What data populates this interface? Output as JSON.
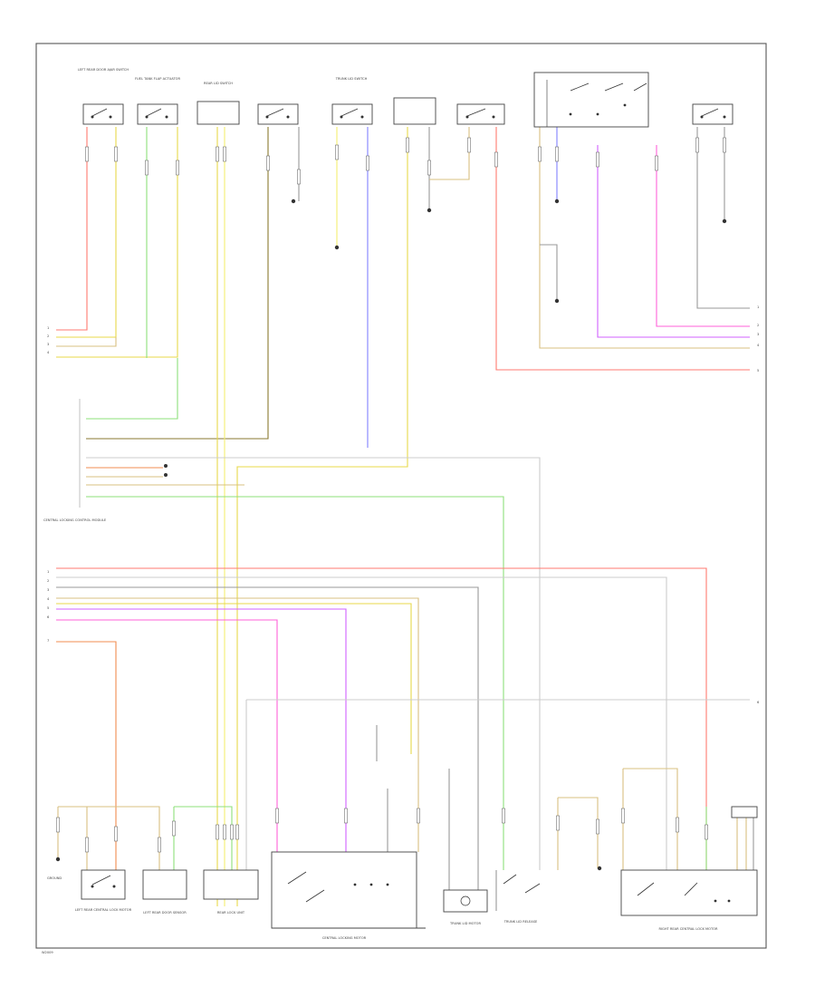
{
  "colors": {
    "red": "#ff7a70",
    "orange": "#f08c50",
    "yellow": "#e8d84a",
    "paleyellow": "#f4ee70",
    "green": "#8ee07a",
    "blue": "#8080ff",
    "violet": "#d060ff",
    "magenta": "#ff60d8",
    "brown": "#8a7a30",
    "tan": "#d8c080",
    "gray": "#999999",
    "lightgray": "#cccccc",
    "black": "#333333"
  },
  "labels": {
    "corner": "W2009",
    "top_row": "LEFT REAR DOOR AJAR SWITCH",
    "mid_block": "CENTRAL LOCKING CONTROL MODULE",
    "bottom_mid": "CENTRAL LOCKING MOTOR",
    "bottom_right": "RIGHT REAR CENTRAL LOCK MOTOR",
    "comp_fuel_door": "FUEL TANK FLAP ACTUATOR",
    "comp_rear_lid": "REAR LID SWITCH",
    "comp_trunk": "TRUNK LID SWITCH",
    "comp_lr_motor": "LEFT REAR CENTRAL LOCK MOTOR",
    "comp_lr_sensor": "LEFT REAR DOOR SENSOR",
    "comp_rear_lock": "REAR LOCK UNIT",
    "comp_trunk_motor": "TRUNK LID MOTOR",
    "comp_trunk_rel": "TRUNK LID RELEASE",
    "gnd_label": "GROUND"
  }
}
